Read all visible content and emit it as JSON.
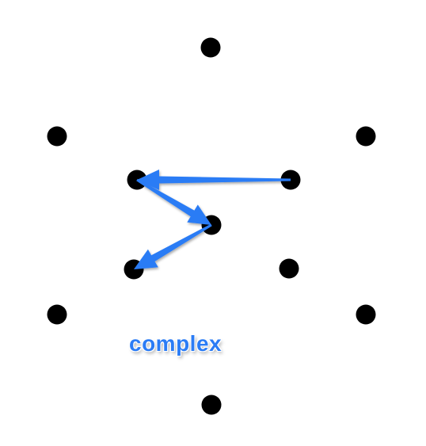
{
  "label": "complex",
  "colors": {
    "dot": "#000000",
    "arrow": "#2b7cf5",
    "label": "#2b7cf5",
    "background": "#ffffff"
  },
  "dots": [
    {
      "id": "top"
    },
    {
      "id": "upper-left"
    },
    {
      "id": "upper-right"
    },
    {
      "id": "inner-left-upper"
    },
    {
      "id": "inner-right-upper"
    },
    {
      "id": "center"
    },
    {
      "id": "inner-left-lower"
    },
    {
      "id": "inner-right-lower"
    },
    {
      "id": "lower-left"
    },
    {
      "id": "lower-right"
    },
    {
      "id": "bottom"
    }
  ],
  "path": [
    "inner-right-upper",
    "inner-left-upper",
    "center",
    "inner-left-lower"
  ]
}
